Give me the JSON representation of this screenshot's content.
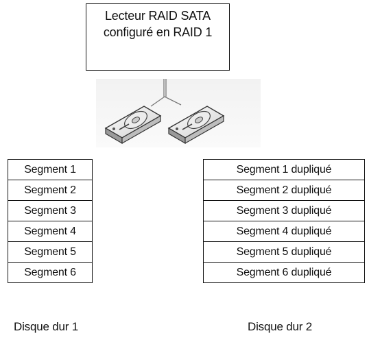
{
  "title_box": {
    "line1": "Lecteur RAID SATA",
    "line2": "configuré en RAID 1"
  },
  "disk1": {
    "label": "Disque dur 1",
    "segments": [
      "Segment 1",
      "Segment 2",
      "Segment 3",
      "Segment 4",
      "Segment 5",
      "Segment 6"
    ]
  },
  "disk2": {
    "label": "Disque dur 2",
    "segments": [
      "Segment 1 dupliqué",
      "Segment 2 dupliqué",
      "Segment 3 dupliqué",
      "Segment 4 dupliqué",
      "Segment 5 dupliqué",
      "Segment 6 dupliqué"
    ]
  },
  "icons": [
    "hard-drive-icon",
    "hard-drive-icon"
  ]
}
